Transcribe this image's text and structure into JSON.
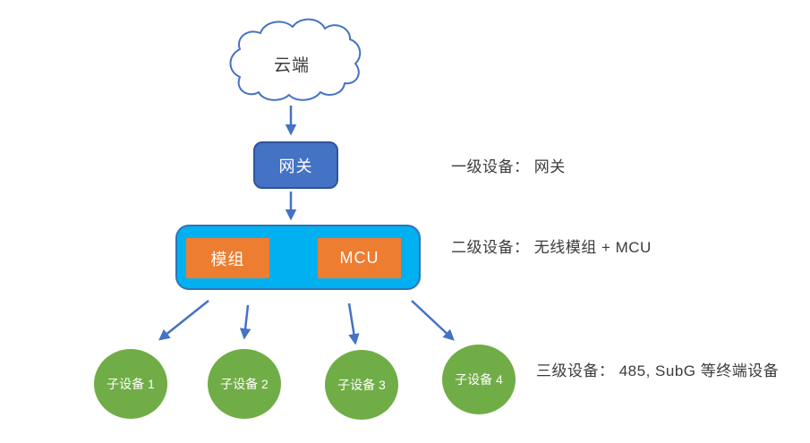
{
  "diagram": {
    "cloud": {
      "label": "云端"
    },
    "gateway": {
      "label": "网关"
    },
    "container": {
      "module": {
        "label": "模组"
      },
      "mcu": {
        "label": "MCU"
      }
    },
    "devices": [
      {
        "label": "子设备 1"
      },
      {
        "label": "子设备 2"
      },
      {
        "label": "子设备 3"
      },
      {
        "label": "子设备 4"
      }
    ],
    "annotations": [
      {
        "label": "一级设备： 网关"
      },
      {
        "label": "二级设备： 无线模组 + MCU"
      },
      {
        "label": "三级设备： 485, SubG 等终端设备"
      }
    ],
    "colors": {
      "line_blue": "#4472C4",
      "gateway_fill": "#4472C4",
      "gateway_border": "#2F5597",
      "container_fill": "#00B0F0",
      "container_border": "#2E75B6",
      "module_fill": "#ED7D31",
      "device_green": "#70AD47",
      "link_dark_blue": "#1F4E79",
      "text_dark": "#3B3B3B"
    }
  }
}
